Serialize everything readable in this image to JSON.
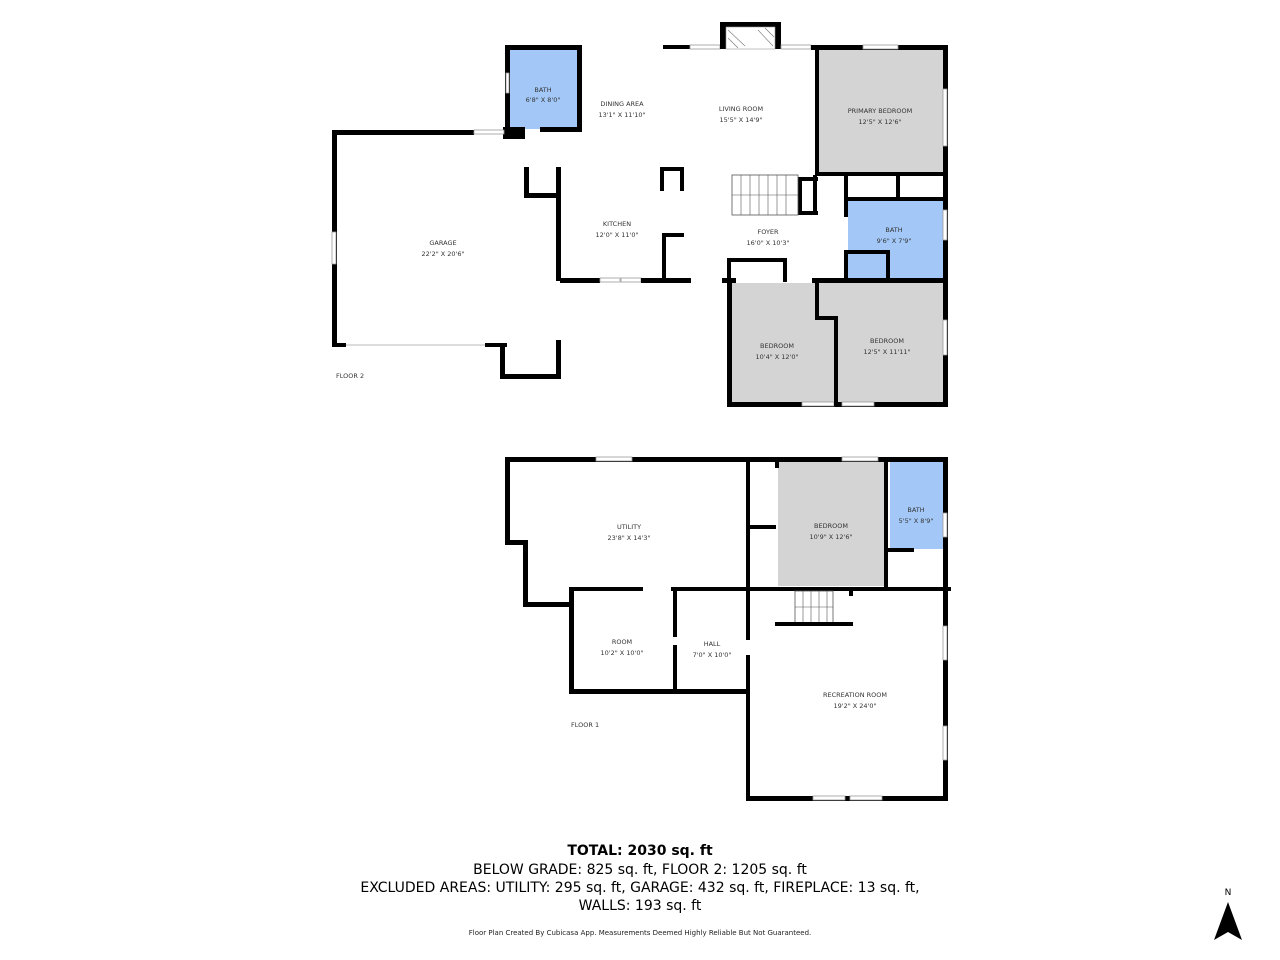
{
  "floor2": {
    "label": "FLOOR 2",
    "rooms": [
      {
        "name": "BATH",
        "dims": "6'8\" X 8'0\"",
        "fill": "#a3c8f7"
      },
      {
        "name": "DINING AREA",
        "dims": "13'1\" X 11'10\""
      },
      {
        "name": "LIVING ROOM",
        "dims": "15'5\" X 14'9\""
      },
      {
        "name": "PRIMARY BEDROOM",
        "dims": "12'5\" X 12'6\"",
        "fill": "#d4d4d4"
      },
      {
        "name": "GARAGE",
        "dims": "22'2\" X 20'6\""
      },
      {
        "name": "KITCHEN",
        "dims": "12'0\" X 11'0\""
      },
      {
        "name": "FOYER",
        "dims": "16'0\" X 10'3\""
      },
      {
        "name": "BATH",
        "dims": "9'6\" X 7'9\"",
        "fill": "#a3c8f7"
      },
      {
        "name": "BEDROOM",
        "dims": "10'4\" X 12'0\"",
        "fill": "#d4d4d4"
      },
      {
        "name": "BEDROOM",
        "dims": "12'5\" X 11'11\"",
        "fill": "#d4d4d4"
      }
    ]
  },
  "floor1": {
    "label": "FLOOR 1",
    "rooms": [
      {
        "name": "UTILITY",
        "dims": "23'8\" X 14'3\""
      },
      {
        "name": "BEDROOM",
        "dims": "10'9\" X 12'6\"",
        "fill": "#d4d4d4"
      },
      {
        "name": "BATH",
        "dims": "5'5\" X 8'9\"",
        "fill": "#a3c8f7"
      },
      {
        "name": "ROOM",
        "dims": "10'2\" X 10'0\""
      },
      {
        "name": "HALL",
        "dims": "7'0\" X 10'0\""
      },
      {
        "name": "RECREATION ROOM",
        "dims": "19'2\" X 24'0\""
      }
    ]
  },
  "summary": {
    "total": "TOTAL: 2030 sq. ft",
    "line1": "BELOW GRADE: 825 sq. ft, FLOOR 2: 1205 sq. ft",
    "line2": "EXCLUDED AREAS: UTILITY: 295 sq. ft, GARAGE: 432 sq. ft, FIREPLACE: 13 sq. ft,",
    "line3": "WALLS: 193 sq. ft",
    "disclaimer": "Floor Plan Created By Cubicasa App. Measurements Deemed Highly Reliable But Not Guaranteed."
  },
  "compass": {
    "label": "N",
    "icon": "north-arrow-icon"
  },
  "colors": {
    "bath": "#a3c8f7",
    "bedroom": "#d4d4d4",
    "wall": "#000000"
  }
}
